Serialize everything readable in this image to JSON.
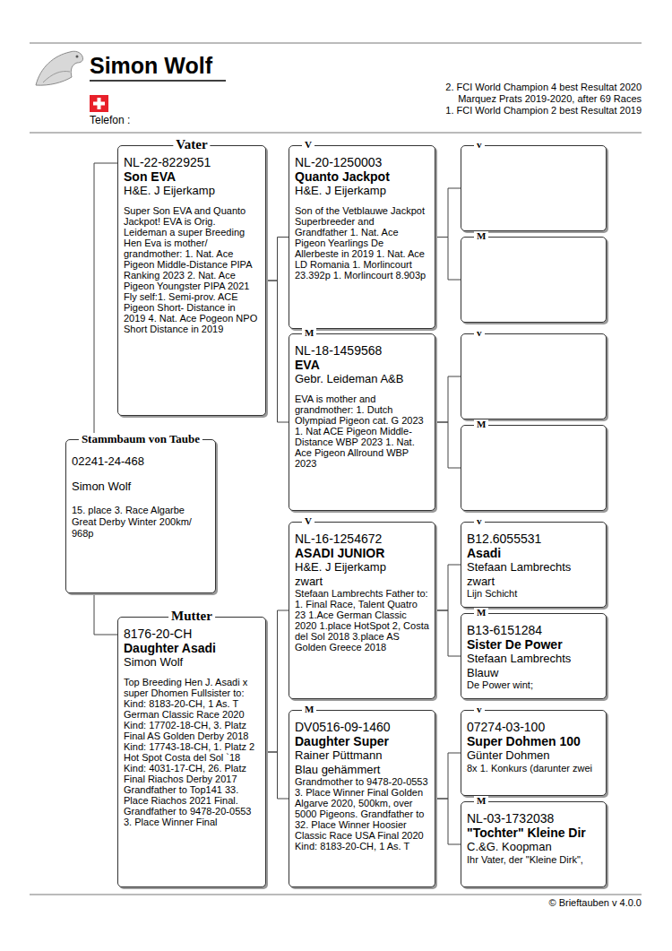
{
  "diagram": {
    "title": "Simon Wolf",
    "nodes": [
      {
        "text": [
          "Stammbaum von Taube",
          "02241-24-468",
          "Simon Wolf",
          "15. place 3. Race Algarbe Great Derby Winter 200km/ 968p"
        ]
      },
      {
        "text": [
          "Vater",
          "NL-22-8229251",
          "Son EVA",
          "H&E. J Eijerkamp",
          "Super Son EVA and Quanto Jackpot! EVA is Orig. Leideman a super Breeding Hen Eva is mother/ grandmother: 1. Nat. Ace Pigeon Middle-Distance PIPA Ranking 2023 2. Nat. Ace Pigeon Youngster PIPA 2021 Fly self:1. Semi-prov. ACE Pigeon Short- Distance in 2019 4. Nat. Ace Pogeon NPO Short Distance in 2019"
        ]
      },
      {
        "text": [
          "Mutter",
          "8176-20-CH",
          "Daughter Asadi",
          "Simon Wolf",
          "Top Breeding Hen J. Asadi x super Dhomen Fullsister to: Kind: 8183-20-CH, 1 As. T German Classic Race 2020 Kind: 17702-18-CH, 3. Platz Final AS Golden Derby 2018 Kind: 17743-18-CH, 1. Platz 2 Hot Spot Costa del Sol `18 Kind: 4031-17-CH, 26. Platz Final Riachos Derby 2017 Grandfather to Top141 33. Place Riachos 2021 Final. Grandfather to 9478-20-0553 3. Place Winner Final"
        ]
      },
      {
        "text": [
          "V",
          "NL-20-1250003",
          "Quanto Jackpot",
          "H&E. J Eijerkamp",
          "Son of the Vetblauwe Jackpot Superbreeder and Grandfather 1. Nat. Ace Pigeon Yearlings De Allerbeste in 2019 1. Nat. Ace LD Romania 1. Morlincourt 23.392p 1. Morlincourt 8.903p"
        ]
      },
      {
        "text": [
          "M",
          "NL-18-1459568",
          "EVA",
          "Gebr. Leideman A&B",
          "EVA is mother and grandmother: 1. Dutch Olympiad Pigeon cat. G 2023 1. Nat ACE Pigeon Middle-Distance WBP 2023 1. Nat. Ace Pigeon Allround WBP 2023"
        ]
      },
      {
        "text": [
          "V",
          "NL-16-1254672",
          "ASADI JUNIOR",
          "H&E. J Eijerkamp",
          "zwart",
          "Stefaan Lambrechts Father to: 1. Final Race, Talent Quatro 23 1.Ace German Classic 2020 1.place HotSpot 2, Costa del Sol 2018 3.place AS Golden Greece 2018"
        ]
      },
      {
        "text": [
          "M",
          "DV0516-09-1460",
          "Daughter Super",
          "Rainer Püttmann",
          "Blau gehämmert",
          "Grandmother to 9478-20-0553 3. Place Winner Final Golden Algarve 2020, 500km, over 5000 Pigeons. Grandfather to 32. Place Winner Hoosier Classic Race USA Final 2020 Kind: 8183-20-CH, 1 As. T"
        ]
      },
      {
        "text": [
          "v"
        ]
      },
      {
        "text": [
          "M"
        ]
      },
      {
        "text": [
          "v"
        ]
      },
      {
        "text": [
          "M"
        ]
      },
      {
        "text": [
          "v",
          "B12.6055531",
          "Asadi",
          "Stefaan Lambrechts",
          "zwart",
          "Lijn Schicht"
        ]
      },
      {
        "text": [
          "M",
          "B13-6151284",
          "Sister De Power",
          "Stefaan Lambrechts",
          "Blauw",
          "De Power wint;"
        ]
      },
      {
        "text": [
          "v",
          "07274-03-100",
          "Super Dohmen 100",
          "Günter Dohmen",
          "8x 1. Konkurs (darunter zwei"
        ]
      },
      {
        "text": [
          "M",
          "NL-03-1732038",
          "\"Tochter\" Kleine Dir",
          "C.&G. Koopman",
          "Ihr Vater, der \"Kleine Dirk\","
        ]
      }
    ],
    "edges": [
      {
        "from": 0,
        "to": 1,
        "arrow": "none"
      },
      {
        "from": 0,
        "to": 2,
        "arrow": "none"
      },
      {
        "from": 1,
        "to": 3,
        "arrow": "none"
      },
      {
        "from": 1,
        "to": 4,
        "arrow": "none"
      },
      {
        "from": 2,
        "to": 5,
        "arrow": "none"
      },
      {
        "from": 2,
        "to": 6,
        "arrow": "none"
      },
      {
        "from": 3,
        "to": 7,
        "arrow": "none"
      },
      {
        "from": 3,
        "to": 8,
        "arrow": "none"
      },
      {
        "from": 4,
        "to": 9,
        "arrow": "none"
      },
      {
        "from": 4,
        "to": 10,
        "arrow": "none"
      },
      {
        "from": 5,
        "to": 11,
        "arrow": "none"
      },
      {
        "from": 5,
        "to": 12,
        "arrow": "none"
      },
      {
        "from": 6,
        "to": 13,
        "arrow": "none"
      },
      {
        "from": 6,
        "to": 14,
        "arrow": "none"
      }
    ],
    "labels": [
      "Telefon :",
      "2. FCI World Champion 4 best Resultat 2020",
      "Marquez Prats 2019-2020, after 69 Races",
      "1. FCI World Champion 2 best Resultat 2019",
      "© Brieftauben v 4.0.0"
    ]
  }
}
